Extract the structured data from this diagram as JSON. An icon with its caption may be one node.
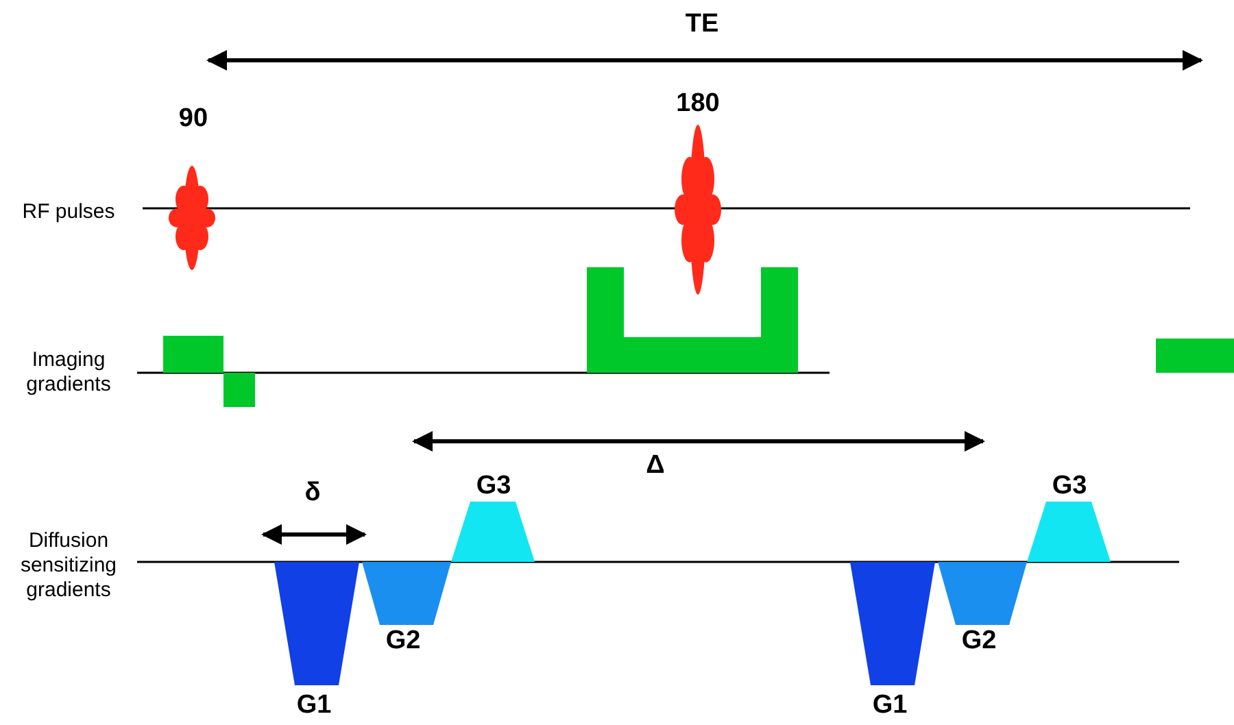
{
  "diagram": {
    "labels": [
      "TE",
      "90",
      "180",
      "RF pulses",
      "Imaging gradients",
      "Δ",
      "δ",
      "Diffusion sensitizing gradients",
      "G3",
      "G2",
      "G1",
      "G3",
      "G2",
      "G1"
    ]
  }
}
